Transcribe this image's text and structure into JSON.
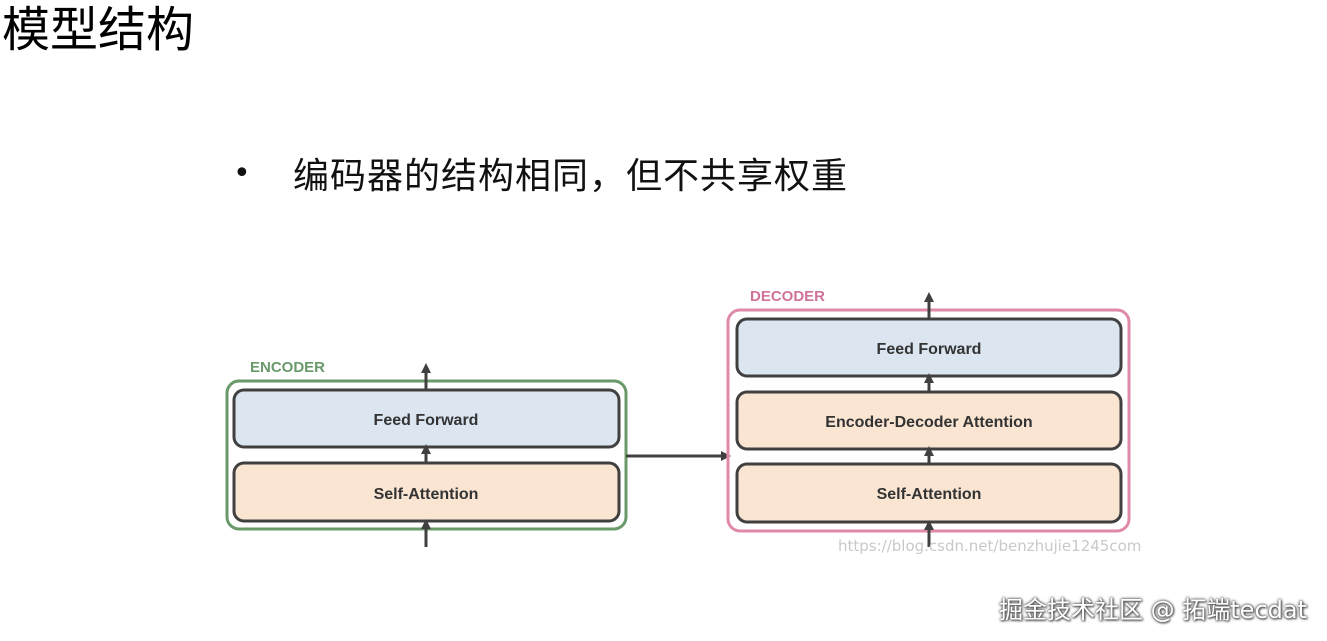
{
  "title": "模型结构",
  "bullet": {
    "marker": "•",
    "text": "编码器的结构相同，但不共享权重"
  },
  "diagram": {
    "encoder": {
      "label": "ENCODER",
      "layers": [
        "Feed Forward",
        "Self-Attention"
      ]
    },
    "decoder": {
      "label": "DECODER",
      "layers": [
        "Feed Forward",
        "Encoder-Decoder Attention",
        "Self-Attention"
      ]
    },
    "colors": {
      "encoder_border": "#6a9a6a",
      "encoder_label": "#6a9a6a",
      "decoder_border": "#e08aab",
      "decoder_label": "#d0739a",
      "feed_forward_fill": "#dce6f1",
      "attention_fill": "#fae5d3",
      "layer_border": "#404040",
      "arrow": "#404040"
    }
  },
  "watermark": "https://blog.csdn.net/benzhujie1245com",
  "footer": "掘金技术社区 @ 拓端tecdat"
}
